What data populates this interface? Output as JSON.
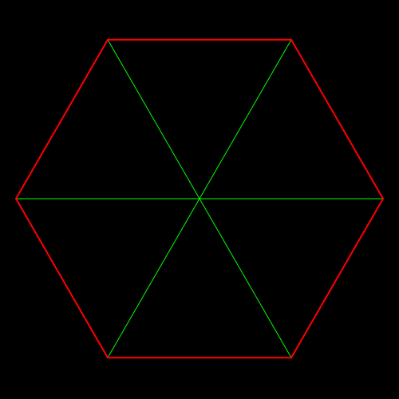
{
  "diagram": {
    "shape": "regular hexagon with spokes",
    "background_color": "#000000",
    "outline_color": "#ff0000",
    "spoke_color": "#00ff00",
    "vertex_count": 6,
    "spoke_count": 6
  }
}
